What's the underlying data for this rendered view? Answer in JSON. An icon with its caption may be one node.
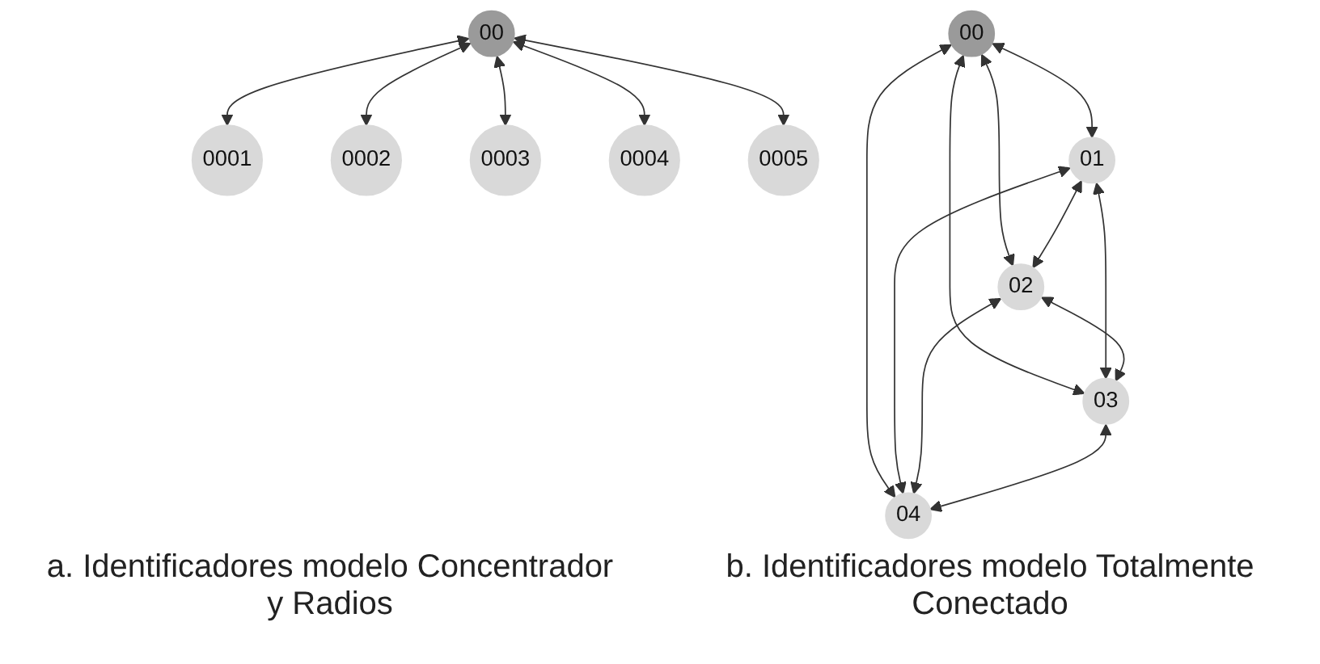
{
  "diagram": {
    "nodes": [
      {
        "text": [
          "00"
        ]
      },
      {
        "text": [
          "0001"
        ]
      },
      {
        "text": [
          "0002"
        ]
      },
      {
        "text": [
          "0003"
        ]
      },
      {
        "text": [
          "0004"
        ]
      },
      {
        "text": [
          "0005"
        ]
      },
      {
        "text": [
          "00"
        ]
      },
      {
        "text": [
          "01"
        ]
      },
      {
        "text": [
          "02"
        ]
      },
      {
        "text": [
          "03"
        ]
      },
      {
        "text": [
          "04"
        ]
      }
    ],
    "edges": [
      {
        "from": 0,
        "to": 1,
        "arrow": "both"
      },
      {
        "from": 0,
        "to": 2,
        "arrow": "both"
      },
      {
        "from": 0,
        "to": 3,
        "arrow": "both"
      },
      {
        "from": 0,
        "to": 4,
        "arrow": "both"
      },
      {
        "from": 0,
        "to": 5,
        "arrow": "both"
      },
      {
        "from": 6,
        "to": 7,
        "arrow": "both"
      },
      {
        "from": 6,
        "to": 8,
        "arrow": "both"
      },
      {
        "from": 6,
        "to": 9,
        "arrow": "both"
      },
      {
        "from": 6,
        "to": 10,
        "arrow": "both"
      },
      {
        "from": 7,
        "to": 8,
        "arrow": "both"
      },
      {
        "from": 7,
        "to": 9,
        "arrow": "both"
      },
      {
        "from": 7,
        "to": 10,
        "arrow": "both"
      },
      {
        "from": 8,
        "to": 9,
        "arrow": "both"
      },
      {
        "from": 8,
        "to": 10,
        "arrow": "both"
      },
      {
        "from": 9,
        "to": 10,
        "arrow": "both"
      }
    ],
    "labels": [
      "a. Identificadores modelo Concentrador y Radios",
      "b. Identificadores modelo Totalmente Conectado"
    ]
  }
}
